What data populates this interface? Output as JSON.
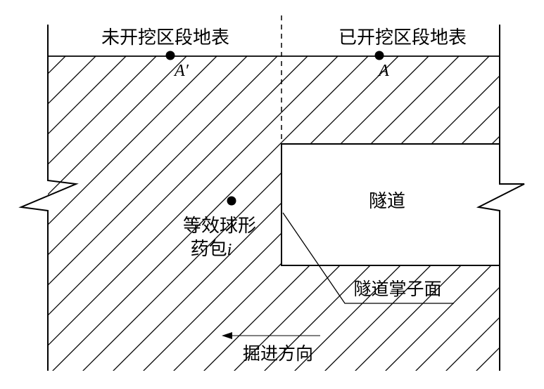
{
  "labels": {
    "unexcavated_surface": "未开挖区段地表",
    "excavated_surface": "已开挖区段地表",
    "point_a_prime": "A′",
    "point_a": "A",
    "tunnel": "隧道",
    "charge_line1": "等效球形",
    "charge_line2_text": "药包",
    "charge_index": "i",
    "tunnel_face": "隧道掌子面",
    "excavation_direction": "掘进方向"
  },
  "colors": {
    "ink": "#000000",
    "background": "#ffffff"
  }
}
